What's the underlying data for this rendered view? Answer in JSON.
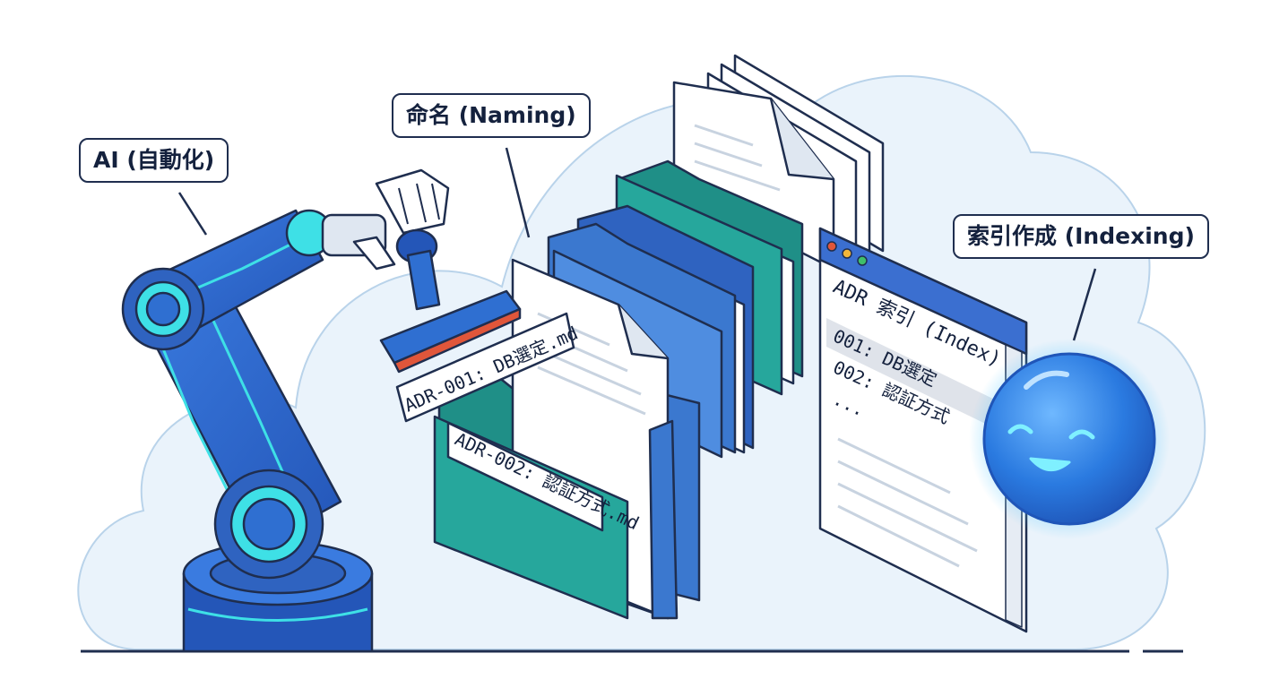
{
  "callouts": {
    "ai": "AI (自動化)",
    "naming": "命名 (Naming)",
    "indexing": "索引作成 (Indexing)"
  },
  "file_labels": {
    "adr1": "ADR-001: DB選定.md",
    "adr2": "ADR-002: 認証方式.md"
  },
  "index_window": {
    "title": "ADR 索引 (Index)",
    "entries": [
      "001: DB選定",
      "002: 認証方式",
      "..."
    ]
  },
  "colors": {
    "outline": "#1f2e4f",
    "robot_blue": "#2f6fd1",
    "robot_cyan": "#3ee0e6",
    "folder_teal": "#26a79c",
    "folder_blue": "#3b78cf",
    "cloud_fill": "#eaf3fb",
    "stamp_red": "#e0563a",
    "sphere_blue": "#2a7ae0"
  },
  "icons": [
    "robot-arm-icon",
    "stamp-icon",
    "folder-icon",
    "document-icon",
    "index-window-icon",
    "smiley-orb-icon"
  ]
}
